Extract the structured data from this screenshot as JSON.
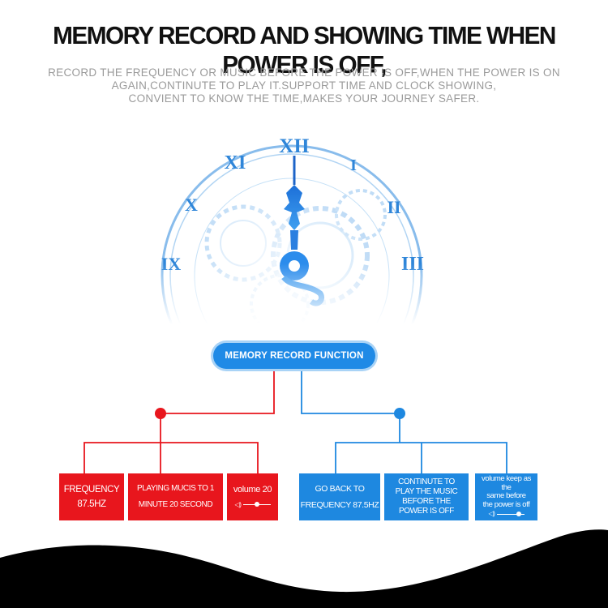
{
  "header": {
    "title": "MEMORY RECORD AND SHOWING TIME WHEN POWER IS OFF,",
    "description_lines": [
      "RECORD THE FREQUENCY OR MUSIC BEFORE THE POWER IS OFF,WHEN THE POWER IS ON",
      "AGAIN,CONTINUTE TO PLAY IT.SUPPORT TIME AND CLOCK SHOWING,",
      "CONVIENT TO KNOW THE TIME,MAKES YOUR JOURNEY SAFER."
    ]
  },
  "clock": {
    "numerals": [
      "IX",
      "X",
      "XI",
      "XII",
      "I",
      "II",
      "III"
    ]
  },
  "diagram": {
    "root": "MEMORY RECORD FUNCTION",
    "left_branch": {
      "color": "#e8161d",
      "boxes": [
        {
          "lines": [
            "FREQUENCY",
            "87.5HZ"
          ]
        },
        {
          "lines": [
            "PLAYING MUCIS TO 1",
            "MINUTE 20 SECOND"
          ]
        },
        {
          "lines": [
            "volume 20"
          ],
          "has_volume_bar": true
        }
      ]
    },
    "right_branch": {
      "color": "#1e88e0",
      "boxes": [
        {
          "lines": [
            "GO BACK TO",
            "FREQUENCY 87.5HZ"
          ]
        },
        {
          "lines": [
            "CONTINUTE TO",
            "PLAY THE MUSIC",
            "BEFORE THE",
            "POWER IS OFF"
          ]
        },
        {
          "lines": [
            "volume keep as",
            "the",
            "same before",
            "the power is off"
          ],
          "has_volume_bar": true
        }
      ]
    }
  },
  "colors": {
    "accent_blue": "#1f8ae6",
    "accent_red": "#e8161d",
    "wave": "#000000"
  }
}
